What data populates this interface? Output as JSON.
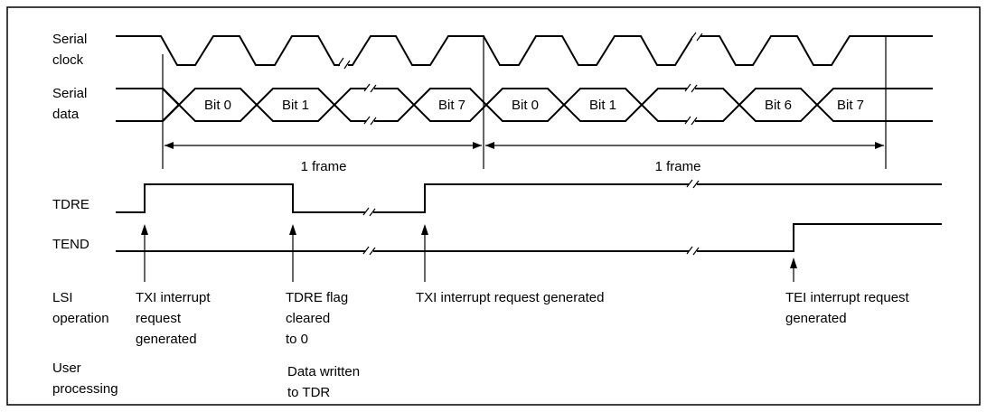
{
  "signals": {
    "serial_clock": [
      "Serial",
      "clock"
    ],
    "serial_data": [
      "Serial",
      "data"
    ],
    "tdre": "TDRE",
    "tend": "TEND"
  },
  "frame1_bits": [
    "Bit 0",
    "Bit 1",
    "Bit 7"
  ],
  "frame2_bits": [
    "Bit 0",
    "Bit 1",
    "Bit 6",
    "Bit 7"
  ],
  "frame_label": "1 frame",
  "lsi_operation": {
    "label": [
      "LSI",
      "operation"
    ],
    "txi_first": [
      "TXI interrupt",
      "request",
      "generated"
    ],
    "tdre_cleared": [
      "TDRE flag",
      "cleared",
      "to 0"
    ],
    "txi_second": "TXI interrupt request generated",
    "tei": [
      "TEI interrupt request",
      "generated"
    ]
  },
  "user_processing": {
    "label": [
      "User",
      "processing"
    ],
    "data_written": [
      "Data written",
      "to TDR"
    ]
  }
}
